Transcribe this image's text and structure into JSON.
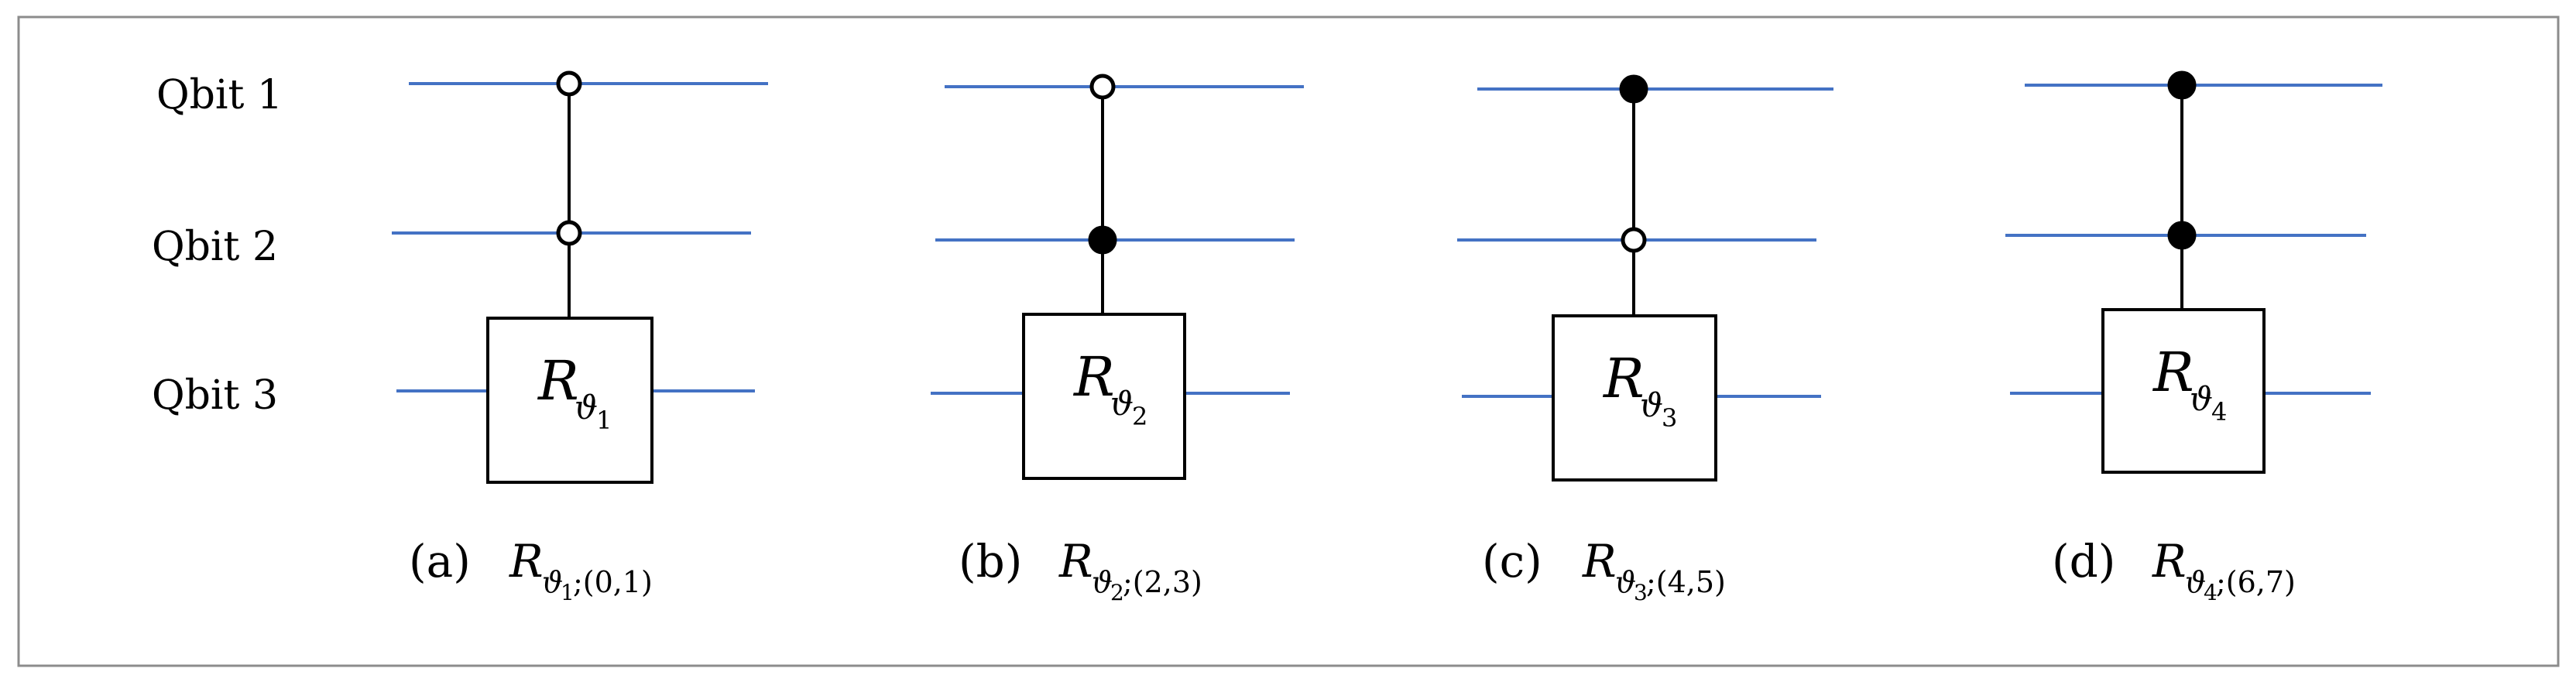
{
  "qubit_labels": [
    "Qbit 1",
    "Qbit 2",
    "Qbit 3"
  ],
  "colors": {
    "wire": "#4472c4",
    "line": "#000000",
    "border": "#8c8c8c"
  },
  "circuits": [
    {
      "id": "a",
      "letter": "(a)",
      "gate": "R",
      "gate_sub": "ϑ",
      "gate_sub_index": "1",
      "caption_tail": ";(0,1)",
      "controls": [
        "open",
        "open"
      ]
    },
    {
      "id": "b",
      "letter": "(b)",
      "gate": "R",
      "gate_sub": "ϑ",
      "gate_sub_index": "2",
      "caption_tail": ";(2,3)",
      "controls": [
        "open",
        "filled"
      ]
    },
    {
      "id": "c",
      "letter": "(c)",
      "gate": "R",
      "gate_sub": "ϑ",
      "gate_sub_index": "3",
      "caption_tail": ";(4,5)",
      "controls": [
        "filled",
        "open"
      ]
    },
    {
      "id": "d",
      "letter": "(d)",
      "gate": "R",
      "gate_sub": "ϑ",
      "gate_sub_index": "4",
      "caption_tail": ";(6,7)",
      "controls": [
        "filled",
        "filled"
      ]
    }
  ]
}
